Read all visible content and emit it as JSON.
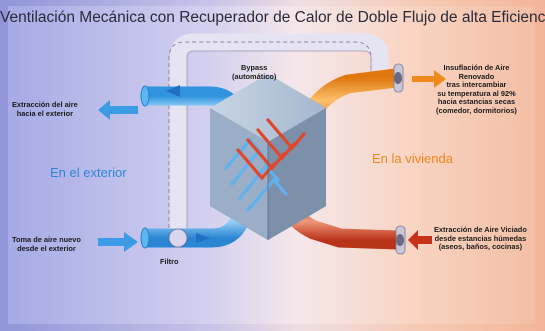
{
  "title": "Ventilación Mecánica con Recuperador de Calor de Doble Flujo de alta Eficiencia",
  "zones": {
    "outside": "En el exterior",
    "inside": "En la vivienda"
  },
  "labels": {
    "bypass": [
      "Bypass",
      "(automático)"
    ],
    "extraction_exterior": [
      "Extracción del aire",
      "hacia el exterior"
    ],
    "intake": [
      "Toma de aire nuevo",
      "desde el exterior"
    ],
    "filter": "Filtro",
    "supply": [
      "Insuflación de Aire",
      "Renovado",
      "tras intercambiar",
      "su temperatura al 92%",
      "hacia estancias secas",
      "(comedor, dormitorios)"
    ],
    "extraction_stale": [
      "Extracción de Aire Viciado",
      "desde estancias húmedas",
      "(aseos, baños, cocinas)"
    ]
  },
  "colors": {
    "cold_air": "#3fa5ea",
    "warm_air": "#f08a1c",
    "stale_air": "#d64a2c",
    "bypass_duct": "#e4e1f2",
    "zone_outside": "#2f86d6",
    "zone_inside": "#f0861f"
  }
}
